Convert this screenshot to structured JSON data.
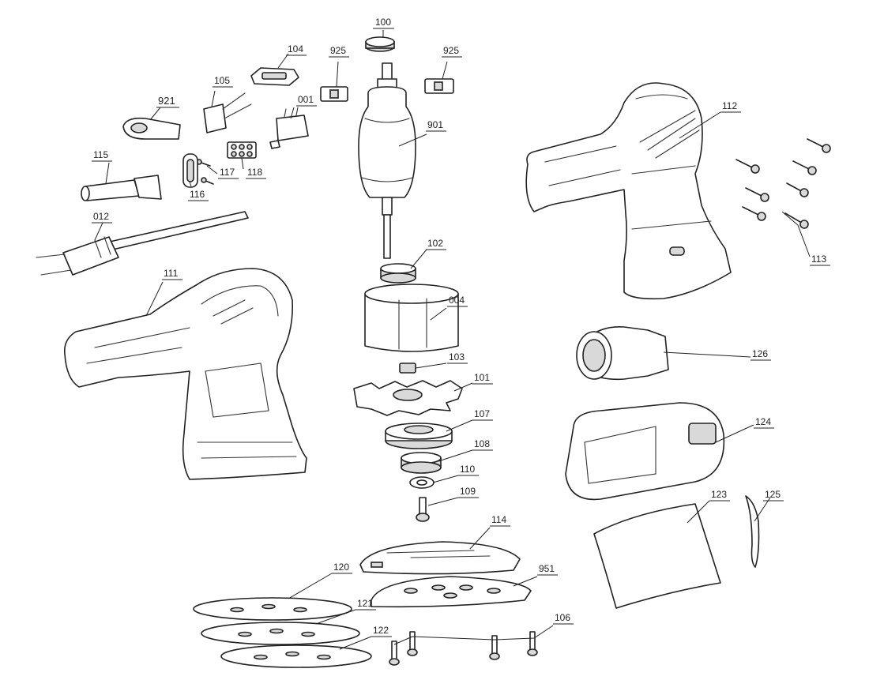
{
  "diagram": {
    "colors": {
      "line": "#222222",
      "background": "#ffffff",
      "shade": "#d9d9d9"
    },
    "parts": [
      {
        "id": "p100",
        "label": "100"
      },
      {
        "id": "p104",
        "label": "104"
      },
      {
        "id": "p925a",
        "label": "925"
      },
      {
        "id": "p925b",
        "label": "925"
      },
      {
        "id": "p105",
        "label": "105"
      },
      {
        "id": "p921",
        "label": "921"
      },
      {
        "id": "p001",
        "label": "001"
      },
      {
        "id": "p901",
        "label": "901"
      },
      {
        "id": "p115",
        "label": "115"
      },
      {
        "id": "p117",
        "label": "117"
      },
      {
        "id": "p118",
        "label": "118"
      },
      {
        "id": "p116",
        "label": "116"
      },
      {
        "id": "p012",
        "label": "012"
      },
      {
        "id": "p102",
        "label": "102"
      },
      {
        "id": "p111",
        "label": "111"
      },
      {
        "id": "p004",
        "label": "004"
      },
      {
        "id": "p103",
        "label": "103"
      },
      {
        "id": "p101",
        "label": "101"
      },
      {
        "id": "p107",
        "label": "107"
      },
      {
        "id": "p108",
        "label": "108"
      },
      {
        "id": "p110",
        "label": "110"
      },
      {
        "id": "p109",
        "label": "109"
      },
      {
        "id": "p114",
        "label": "114"
      },
      {
        "id": "p951",
        "label": "951"
      },
      {
        "id": "p120",
        "label": "120"
      },
      {
        "id": "p121",
        "label": "121"
      },
      {
        "id": "p122",
        "label": "122"
      },
      {
        "id": "p106",
        "label": "106"
      },
      {
        "id": "p112",
        "label": "112"
      },
      {
        "id": "p113",
        "label": "113"
      },
      {
        "id": "p126",
        "label": "126"
      },
      {
        "id": "p124",
        "label": "124"
      },
      {
        "id": "p123",
        "label": "123"
      },
      {
        "id": "p125",
        "label": "125"
      }
    ]
  }
}
